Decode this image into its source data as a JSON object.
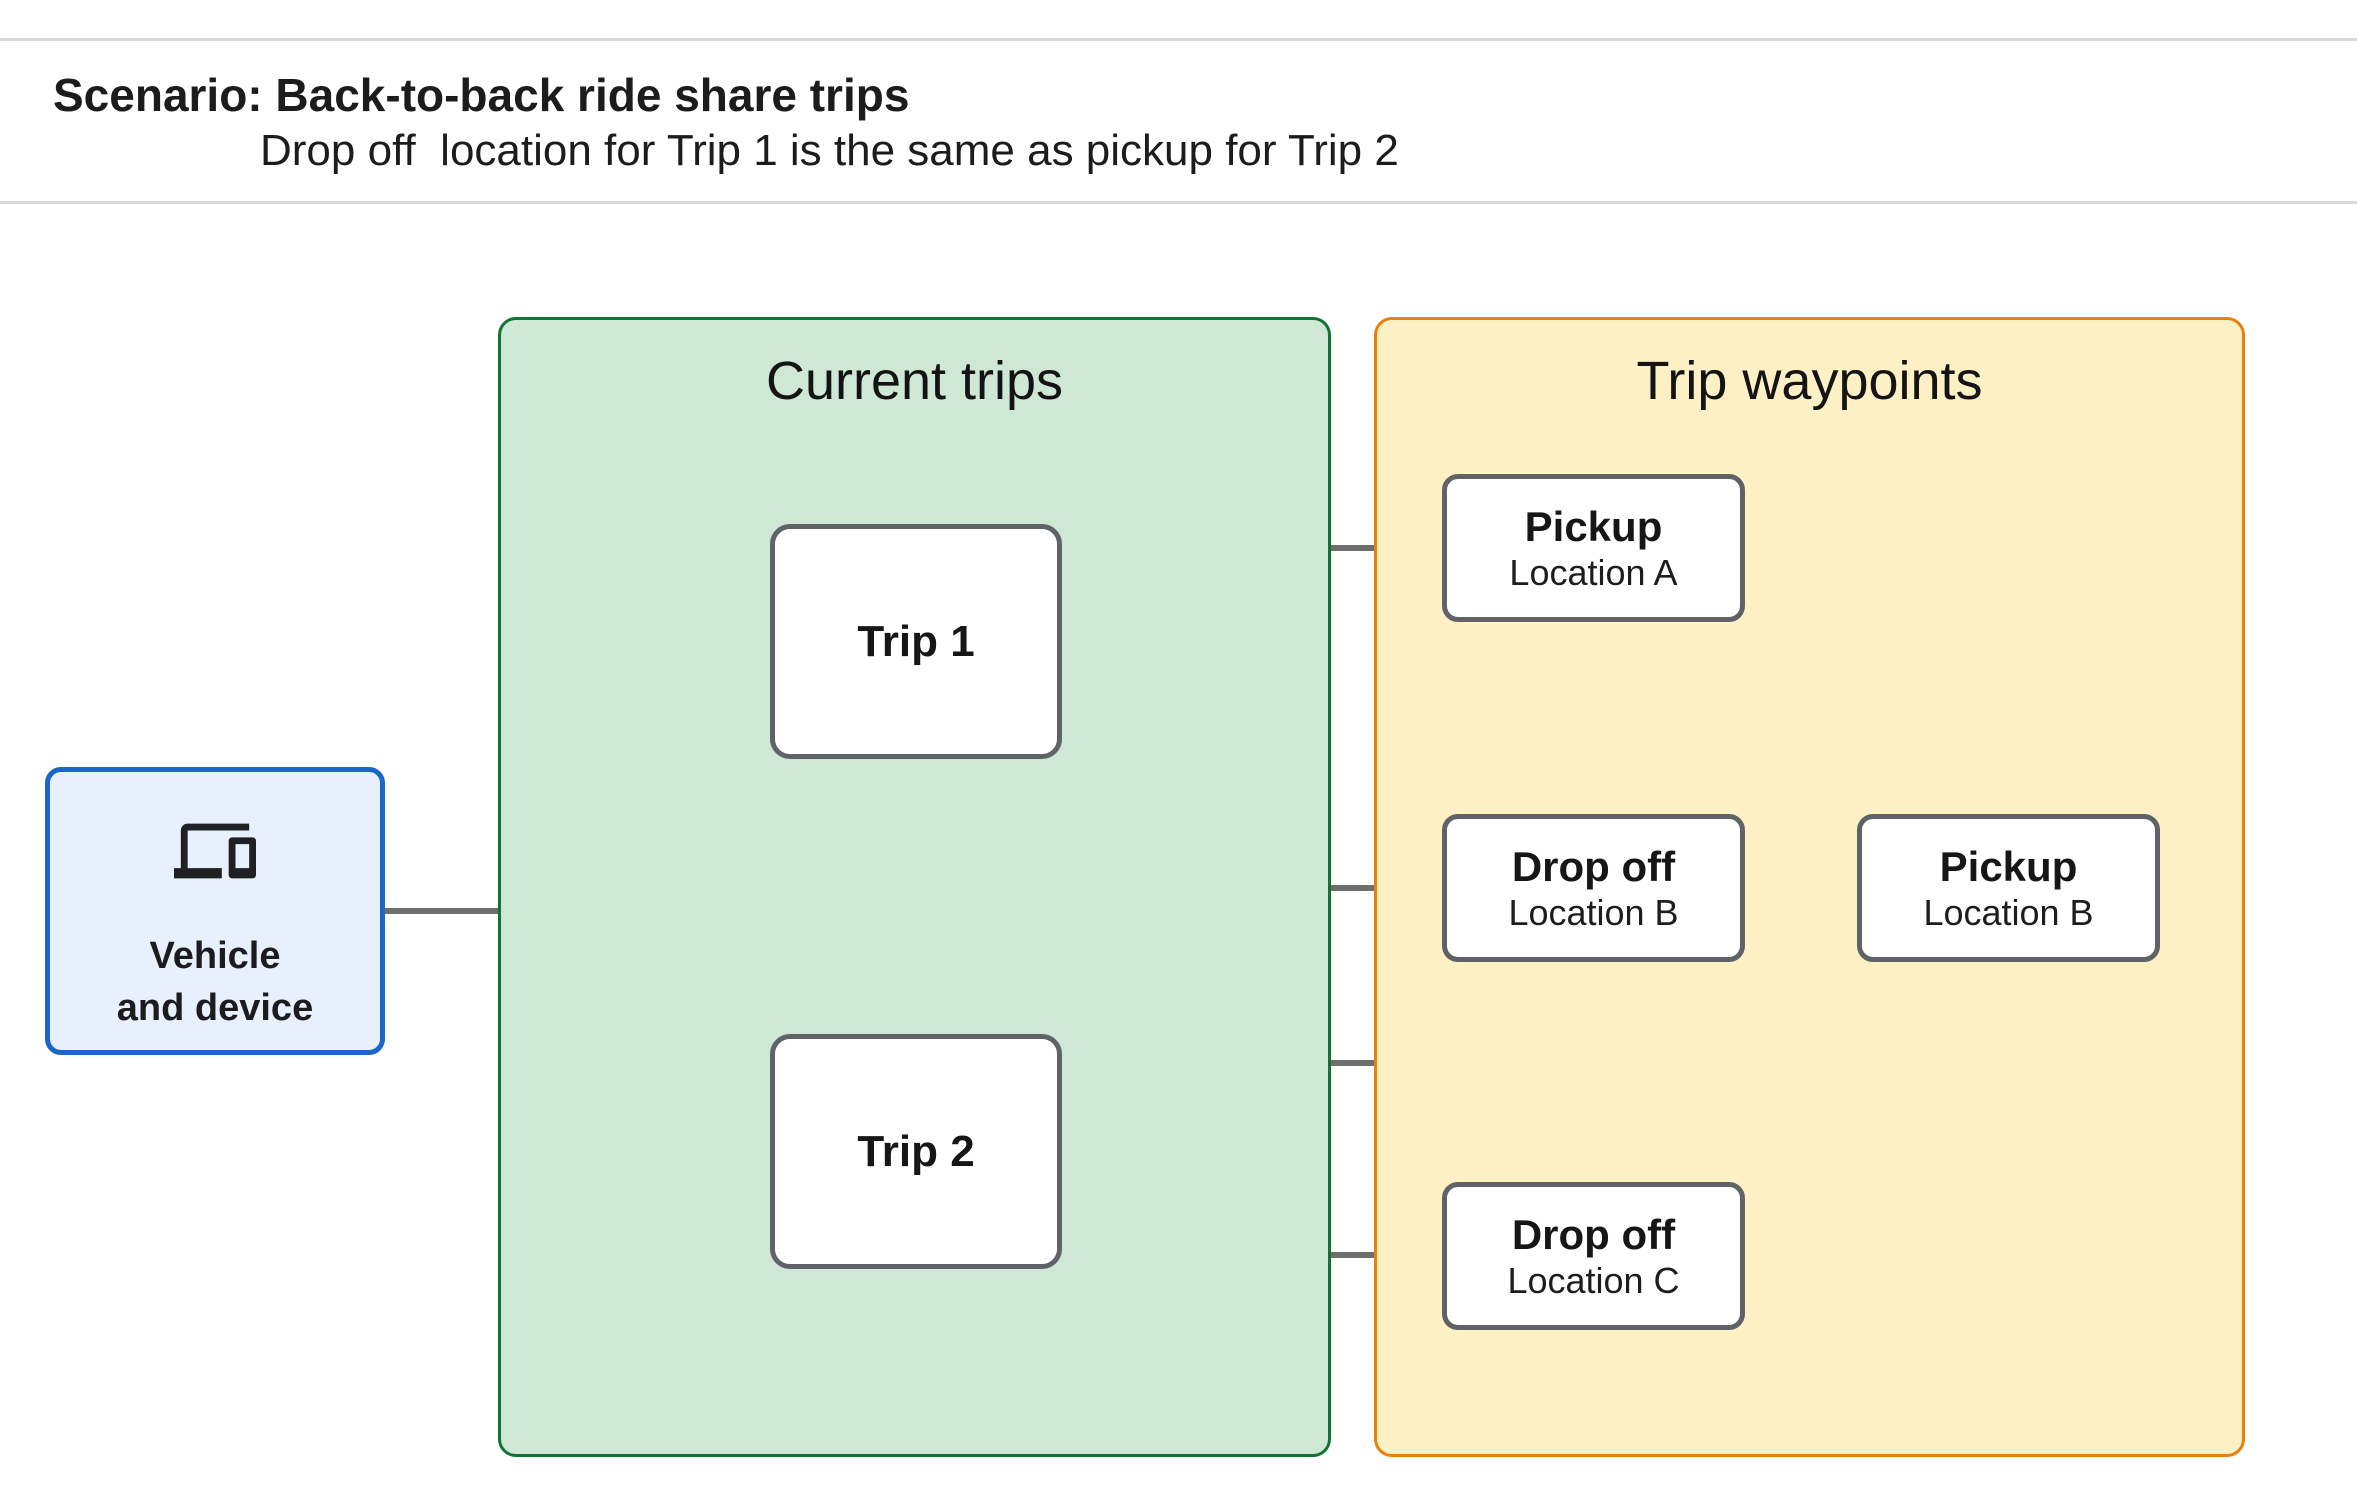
{
  "header": {
    "title": "Scenario: Back-to-back ride share trips",
    "subtitle": "Drop off  location for Trip 1 is the same as pickup for Trip 2"
  },
  "vehicle_node": {
    "line1": "Vehicle",
    "line2": "and device",
    "icon": "laptop-and-phone-devices-icon"
  },
  "groups": {
    "current_trips": {
      "title": "Current trips",
      "trip1": "Trip 1",
      "trip2": "Trip 2"
    },
    "waypoints": {
      "title": "Trip waypoints",
      "pickup_a": {
        "title": "Pickup",
        "location": "Location A"
      },
      "dropoff_b": {
        "title": "Drop off",
        "location": "Location B"
      },
      "pickup_b": {
        "title": "Pickup",
        "location": "Location B"
      },
      "dropoff_c": {
        "title": "Drop off",
        "location": "Location C"
      }
    }
  },
  "edges": [
    {
      "from": "vehicle-and-device",
      "to": "trip-1"
    },
    {
      "from": "vehicle-and-device",
      "to": "trip-2"
    },
    {
      "from": "trip-1",
      "to": "pickup-location-a"
    },
    {
      "from": "trip-1",
      "to": "dropoff-location-b"
    },
    {
      "from": "pickup-location-b",
      "to": "trip-2"
    },
    {
      "from": "trip-2",
      "to": "dropoff-location-c"
    }
  ],
  "colors": {
    "current_trips_fill": "#cfe8d6",
    "current_trips_border": "#137333",
    "waypoints_fill": "#fdf0c5",
    "waypoints_border": "#e8810a",
    "vehicle_fill": "#e8f0fe",
    "vehicle_border": "#1a66cb",
    "node_border": "#5f6368",
    "connector": "#6e6e6e",
    "divider": "#d9d9d9",
    "text": "#1c1c1e"
  }
}
